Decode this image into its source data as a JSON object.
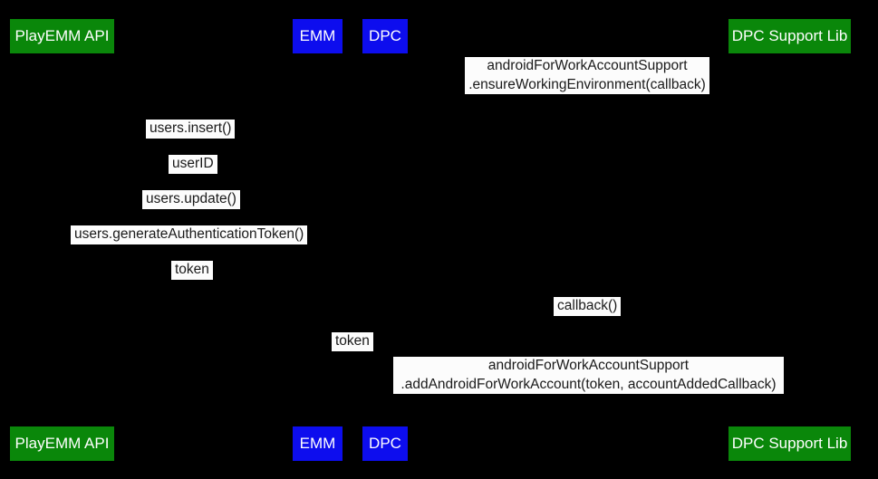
{
  "colors": {
    "background": "#000000",
    "actor_green": "#0a870a",
    "actor_blue": "#0d0dee",
    "label_background": "#fcfcfc",
    "label_text": "#1a1a1a",
    "actor_text": "#ffffff"
  },
  "actors": [
    {
      "id": "playemm-api",
      "label": "PlayEMM API",
      "color": "green"
    },
    {
      "id": "emm",
      "label": "EMM",
      "color": "blue"
    },
    {
      "id": "dpc",
      "label": "DPC",
      "color": "blue"
    },
    {
      "id": "dpc-support-lib",
      "label": "DPC Support Lib",
      "color": "green"
    }
  ],
  "messages": [
    {
      "text": "androidForWorkAccountSupport\n.ensureWorkingEnvironment(callback)",
      "from": "dpc",
      "to": "dpc-support-lib"
    },
    {
      "text": "users.insert()",
      "from": "playemm-api",
      "to": "emm"
    },
    {
      "text": "userID",
      "from": "emm",
      "to": "playemm-api"
    },
    {
      "text": "users.update()",
      "from": "playemm-api",
      "to": "emm"
    },
    {
      "text": "users.generateAuthenticationToken()",
      "from": "playemm-api",
      "to": "emm"
    },
    {
      "text": "token",
      "from": "emm",
      "to": "playemm-api"
    },
    {
      "text": "callback()",
      "from": "dpc-support-lib",
      "to": "dpc"
    },
    {
      "text": "token",
      "from": "emm",
      "to": "dpc"
    },
    {
      "text": "androidForWorkAccountSupport\n.addAndroidForWorkAccount(token, accountAddedCallback)",
      "from": "dpc",
      "to": "dpc-support-lib"
    }
  ]
}
